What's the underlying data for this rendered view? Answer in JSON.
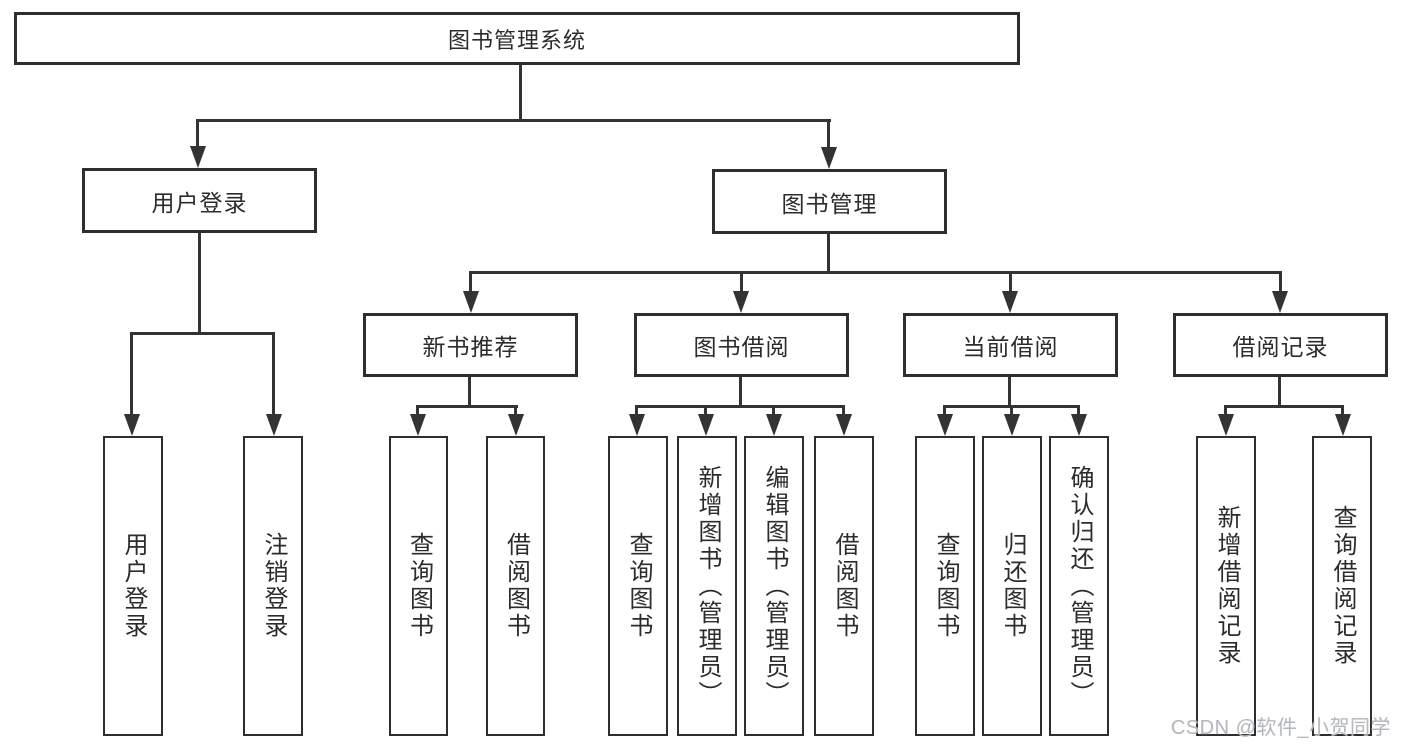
{
  "diagram": {
    "title": {
      "label": "图书管理系统"
    },
    "branches": [
      {
        "label": "用户登录",
        "children": [
          {
            "label": "用户登录"
          },
          {
            "label": "注销登录"
          }
        ]
      },
      {
        "label": "图书管理",
        "sections": [
          {
            "label": "新书推荐",
            "children": [
              {
                "label": "查询图书"
              },
              {
                "label": "借阅图书"
              }
            ]
          },
          {
            "label": "图书借阅",
            "children": [
              {
                "label": "查询图书"
              },
              {
                "label": "新增图书（管理员）"
              },
              {
                "label": "编辑图书（管理员）"
              },
              {
                "label": "借阅图书"
              }
            ]
          },
          {
            "label": "当前借阅",
            "children": [
              {
                "label": "查询图书"
              },
              {
                "label": "归还图书"
              },
              {
                "label": "确认归还（管理员）"
              }
            ]
          },
          {
            "label": "借阅记录",
            "children": [
              {
                "label": "新增借阅记录"
              },
              {
                "label": "查询借阅记录"
              }
            ]
          }
        ]
      }
    ],
    "watermark": "CSDN @软件_小贺同学",
    "colors": {
      "line": "#333333",
      "text": "#2c2c2c",
      "background": "#ffffff",
      "watermark": "#b5b9bd"
    }
  }
}
